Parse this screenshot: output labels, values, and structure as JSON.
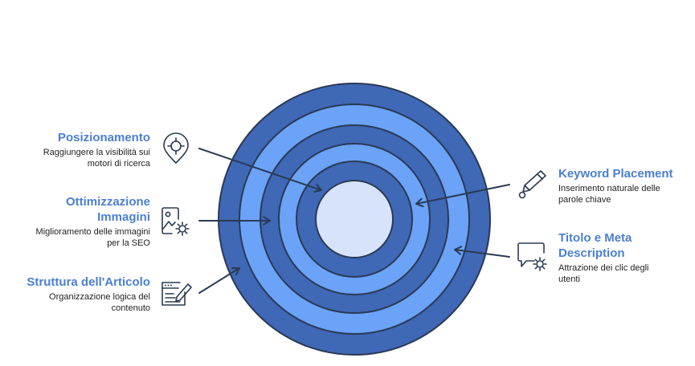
{
  "colors": {
    "ring_dark": "#3f68b6",
    "ring_light": "#6aa3f8",
    "core": "#d6e3fb",
    "stroke": "#2b3a55",
    "title": "#4a7fd1",
    "desc": "#1f1f1f"
  },
  "items": [
    {
      "id": "posizionamento",
      "side": "left",
      "icon": "location-target-icon",
      "title": "Posizionamento",
      "desc_lines": [
        "Raggiungere la visibilità sui",
        "motori di ricerca"
      ]
    },
    {
      "id": "ottimizzazione-immagini",
      "side": "left",
      "icon": "image-settings-icon",
      "title_lines": [
        "Ottimizzazione",
        "Immagini"
      ],
      "desc_lines": [
        "Miglioramento delle immagini",
        "per la SEO"
      ]
    },
    {
      "id": "struttura-articolo",
      "side": "left",
      "icon": "article-edit-icon",
      "title": "Struttura dell'Articolo",
      "desc_lines": [
        "Organizzazione logica del",
        "contenuto"
      ]
    },
    {
      "id": "keyword-placement",
      "side": "right",
      "icon": "pen-edit-icon",
      "title": "Keyword Placement",
      "desc_lines": [
        "Inserimento naturale delle",
        "parole chiave"
      ]
    },
    {
      "id": "titolo-meta",
      "side": "right",
      "icon": "chat-settings-icon",
      "title_lines": [
        "Titolo e Meta",
        "Description"
      ],
      "desc_lines": [
        "Attrazione dei clic degli",
        "utenti"
      ]
    }
  ]
}
